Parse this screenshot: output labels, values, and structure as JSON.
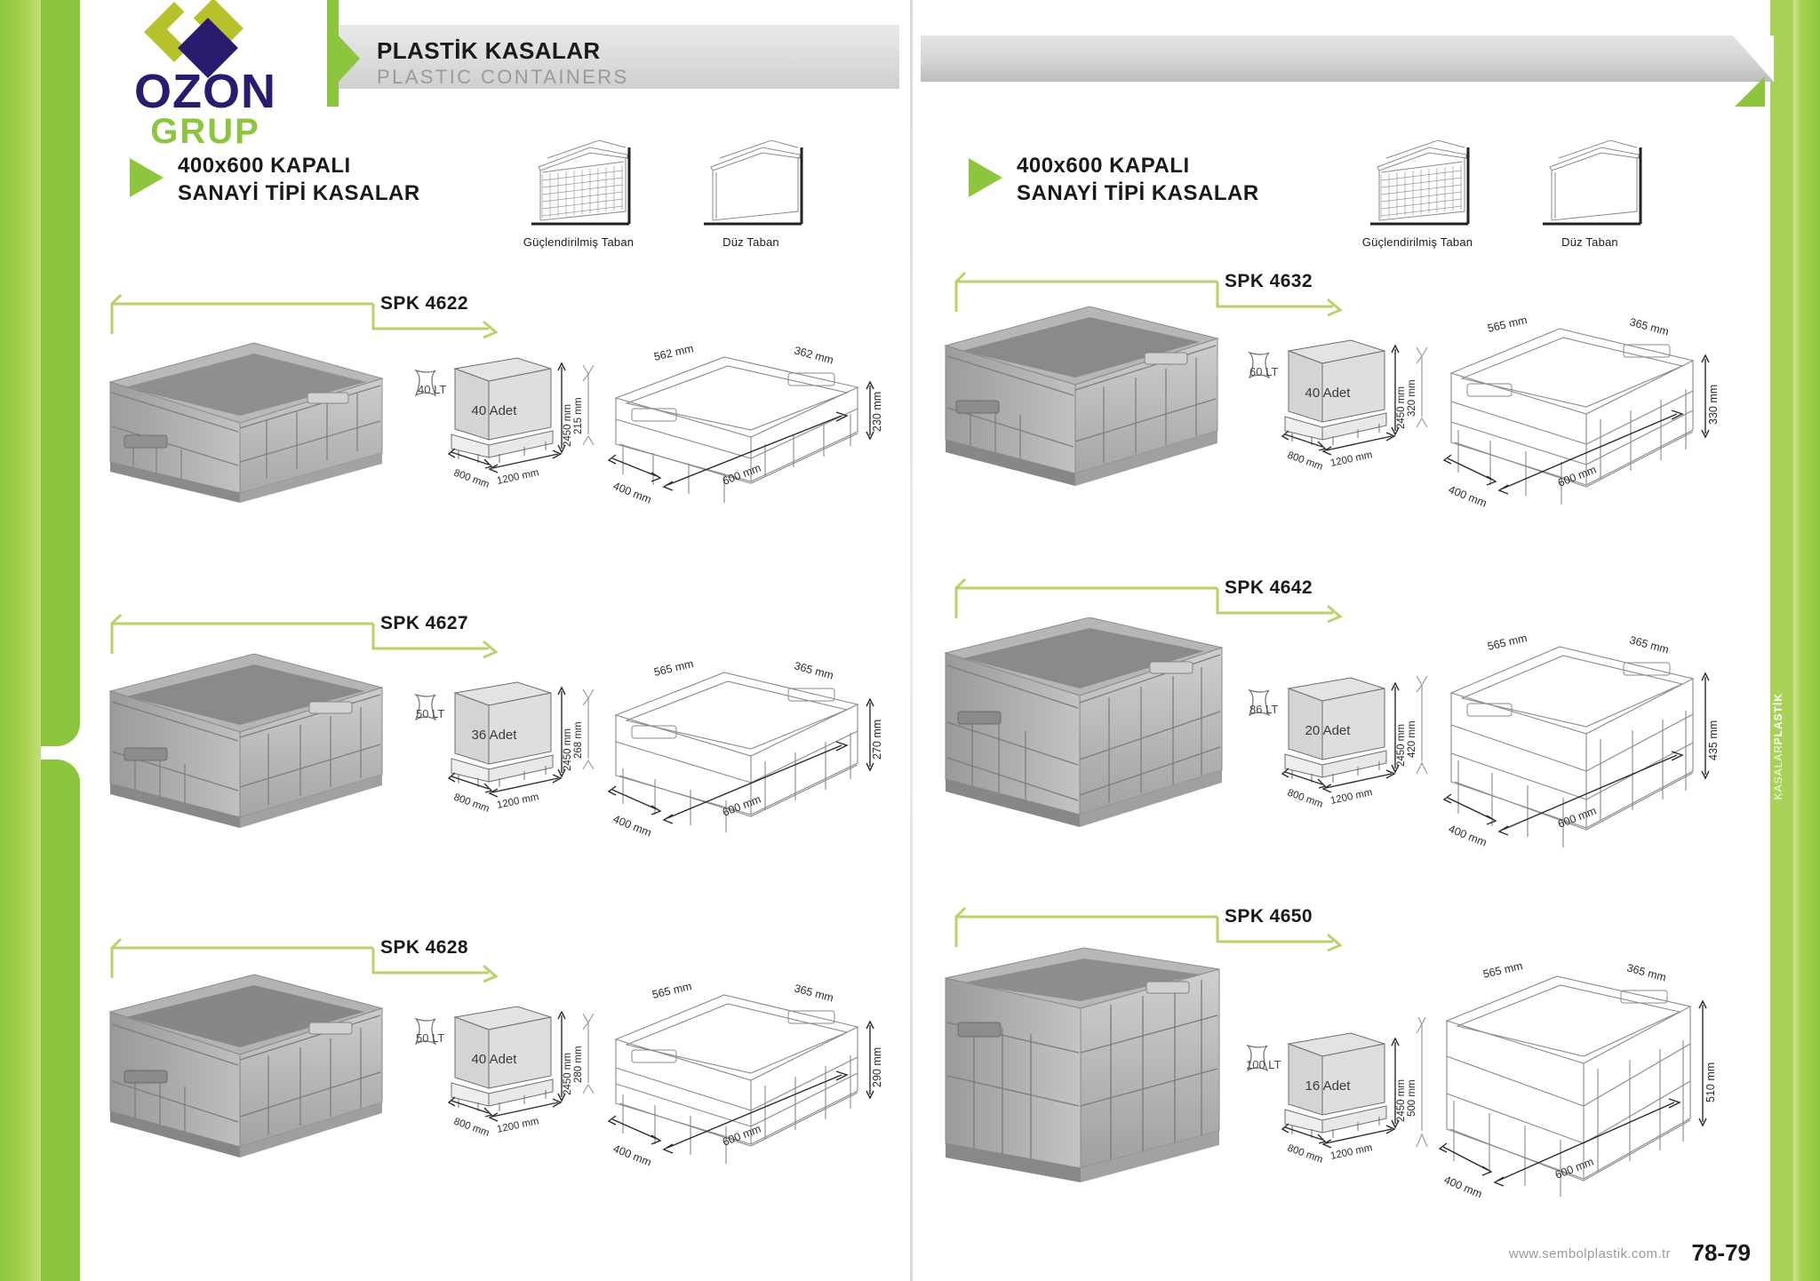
{
  "brand": {
    "name_top": "OZON",
    "name_bottom": "GRUP",
    "logo_icon": "ozon-diamond-logo"
  },
  "header": {
    "title": "PLASTİK KASALAR",
    "subtitle": "PLASTIC CONTAINERS",
    "accent_color": "#8cc63e",
    "banner_color": "#dcdcdc"
  },
  "sections": [
    {
      "line1": "400x600 KAPALI",
      "line2": "SANAYİ TİPİ KASALAR"
    },
    {
      "line1": "400x600 KAPALI",
      "line2": "SANAYİ TİPİ KASALAR"
    }
  ],
  "base_types": [
    {
      "icon": "reinforced-base-icon",
      "caption": "Güçlendirilmiş Taban"
    },
    {
      "icon": "flat-base-icon",
      "caption": "Düz Taban"
    }
  ],
  "products": [
    {
      "code": "SPK 4622",
      "volume": "40 LT",
      "pallet": {
        "quantity": "40 Adet",
        "height": "2450 mm",
        "depth": "800 mm",
        "width": "1200 mm"
      },
      "crate": {
        "inner_length": "562 mm",
        "inner_width": "362 mm",
        "height": "230 mm",
        "outer_width": "400 mm",
        "outer_length": "600 mm",
        "stack_height": "215 mm"
      }
    },
    {
      "code": "SPK 4627",
      "volume": "50 LT",
      "pallet": {
        "quantity": "36 Adet",
        "height": "2450 mm",
        "depth": "800 mm",
        "width": "1200 mm"
      },
      "crate": {
        "inner_length": "565 mm",
        "inner_width": "365 mm",
        "height": "270 mm",
        "outer_width": "400 mm",
        "outer_length": "600 mm",
        "stack_height": "268 mm"
      }
    },
    {
      "code": "SPK 4628",
      "volume": "50 LT",
      "pallet": {
        "quantity": "40 Adet",
        "height": "2450 mm",
        "depth": "800 mm",
        "width": "1200 mm"
      },
      "crate": {
        "inner_length": "565 mm",
        "inner_width": "365 mm",
        "height": "290 mm",
        "outer_width": "400 mm",
        "outer_length": "600 mm",
        "stack_height": "280 mm"
      }
    },
    {
      "code": "SPK 4632",
      "volume": "60 LT",
      "pallet": {
        "quantity": "40 Adet",
        "height": "2450 mm",
        "depth": "800 mm",
        "width": "1200 mm"
      },
      "crate": {
        "inner_length": "565 mm",
        "inner_width": "365 mm",
        "height": "330 mm",
        "outer_width": "400 mm",
        "outer_length": "600 mm",
        "stack_height": "320 mm"
      }
    },
    {
      "code": "SPK 4642",
      "volume": "86 LT",
      "pallet": {
        "quantity": "20 Adet",
        "height": "2450 mm",
        "depth": "800 mm",
        "width": "1200 mm"
      },
      "crate": {
        "inner_length": "565 mm",
        "inner_width": "365 mm",
        "height": "435 mm",
        "outer_width": "400 mm",
        "outer_length": "600 mm",
        "stack_height": "420 mm"
      }
    },
    {
      "code": "SPK 4650",
      "volume": "100 LT",
      "pallet": {
        "quantity": "16 Adet",
        "height": "2450 mm",
        "depth": "800 mm",
        "width": "1200 mm"
      },
      "crate": {
        "inner_length": "565 mm",
        "inner_width": "365 mm",
        "height": "510 mm",
        "outer_width": "400 mm",
        "outer_length": "600 mm",
        "stack_height": "500 mm"
      }
    }
  ],
  "footer": {
    "url": "www.sembolplastik.com.tr",
    "page_numbers": "78-79"
  },
  "side_tab": {
    "line1": "PLASTİK",
    "line2": "KASALAR"
  }
}
